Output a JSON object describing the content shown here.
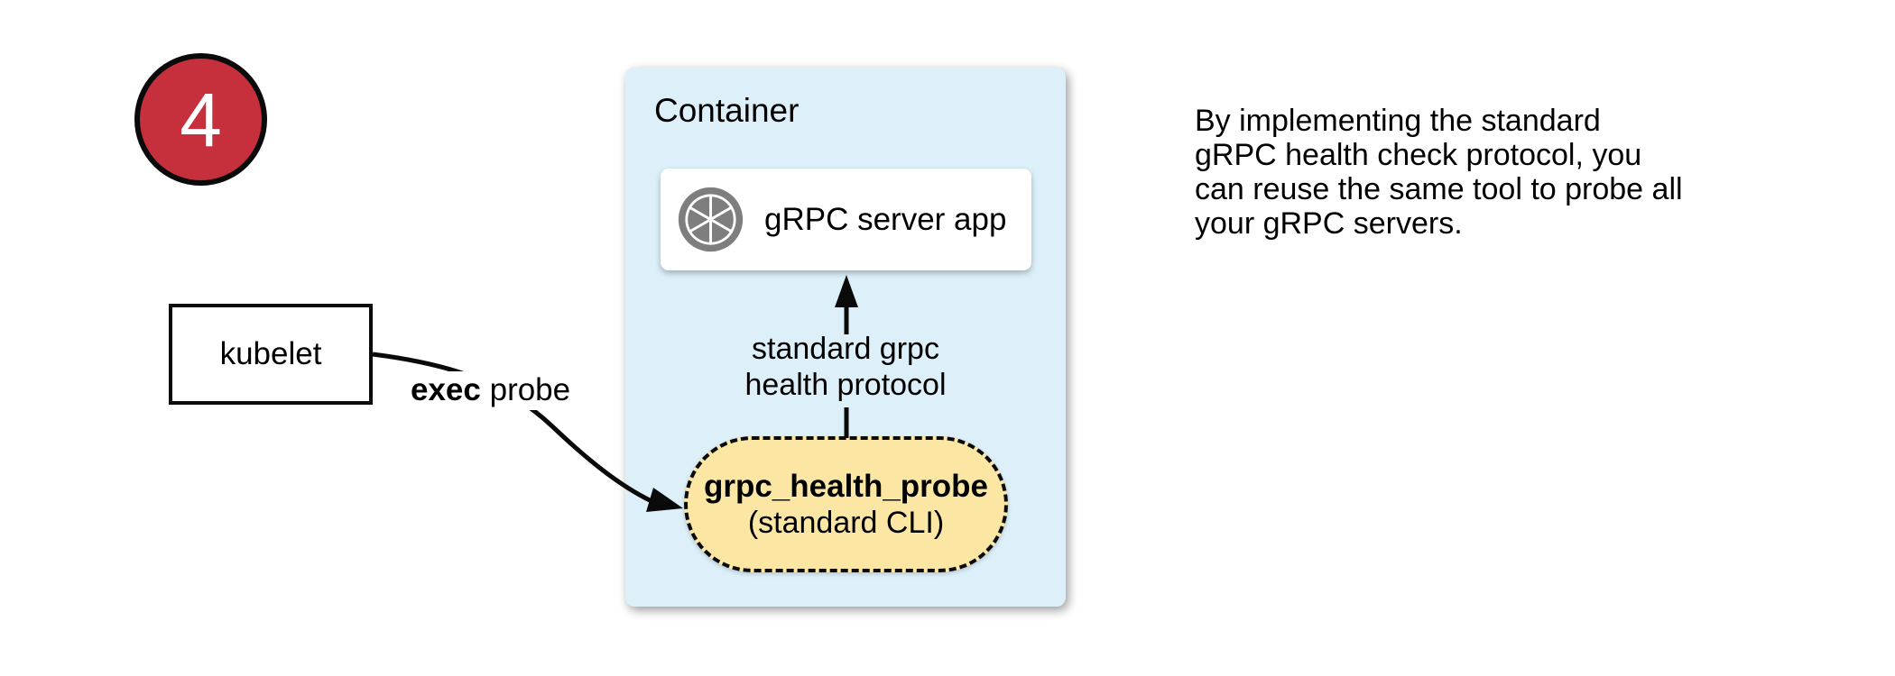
{
  "colors": {
    "badge_red": "#C62F3C",
    "container_blue": "#DDF0FA",
    "pill_yellow": "#FBE7A3",
    "icon_gray": "#7E7E7E"
  },
  "badge": {
    "number": "4"
  },
  "kubelet": {
    "label": "kubelet"
  },
  "exec_probe": {
    "bold": "exec",
    "rest": " probe"
  },
  "container": {
    "title": "Container",
    "server_app": {
      "label": "gRPC server app",
      "icon": "grpc-shutter-icon"
    },
    "protocol_arrow_label": "standard grpc\nhealth protocol",
    "probe_pill": {
      "name": "grpc_health_probe",
      "subtitle": "(standard CLI)"
    }
  },
  "note": {
    "text": "By implementing the standard\ngRPC health check protocol, you\ncan reuse the same tool to probe all\nyour gRPC servers."
  }
}
